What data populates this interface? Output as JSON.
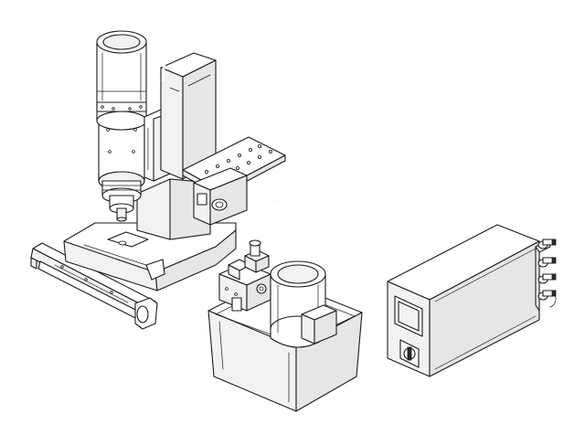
{
  "drawing": {
    "background": "#ffffff",
    "line_color": "#1a1a1a",
    "components": [
      "press-machine",
      "hydraulic-power-unit",
      "control-cabinet",
      "guard-rail"
    ]
  }
}
